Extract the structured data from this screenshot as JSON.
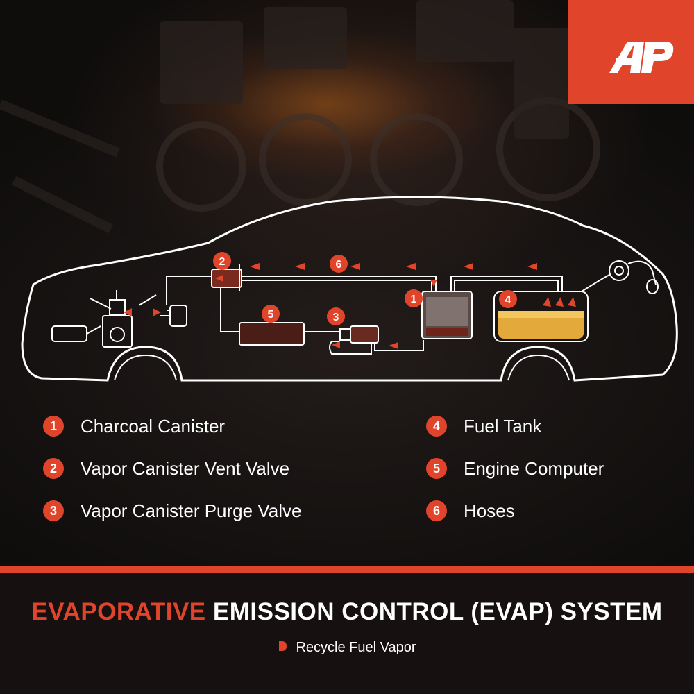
{
  "brand": {
    "logo_text": "AP",
    "accent_color": "#e0452c"
  },
  "diagram": {
    "markers": [
      "1",
      "2",
      "3",
      "4",
      "5",
      "6"
    ]
  },
  "legend": {
    "left": [
      {
        "num": "1",
        "label": "Charcoal Canister"
      },
      {
        "num": "2",
        "label": "Vapor Canister Vent Valve"
      },
      {
        "num": "3",
        "label": "Vapor Canister Purge Valve"
      }
    ],
    "right": [
      {
        "num": "4",
        "label": "Fuel Tank"
      },
      {
        "num": "5",
        "label": "Engine Computer"
      },
      {
        "num": "6",
        "label": "Hoses"
      }
    ]
  },
  "footer": {
    "title_accent": "EVAPORATIVE",
    "title_rest": "EMISSION CONTROL (EVAP) SYSTEM",
    "subtitle": "Recycle Fuel Vapor",
    "bullet_icon": "half-circle-bullet-icon"
  }
}
